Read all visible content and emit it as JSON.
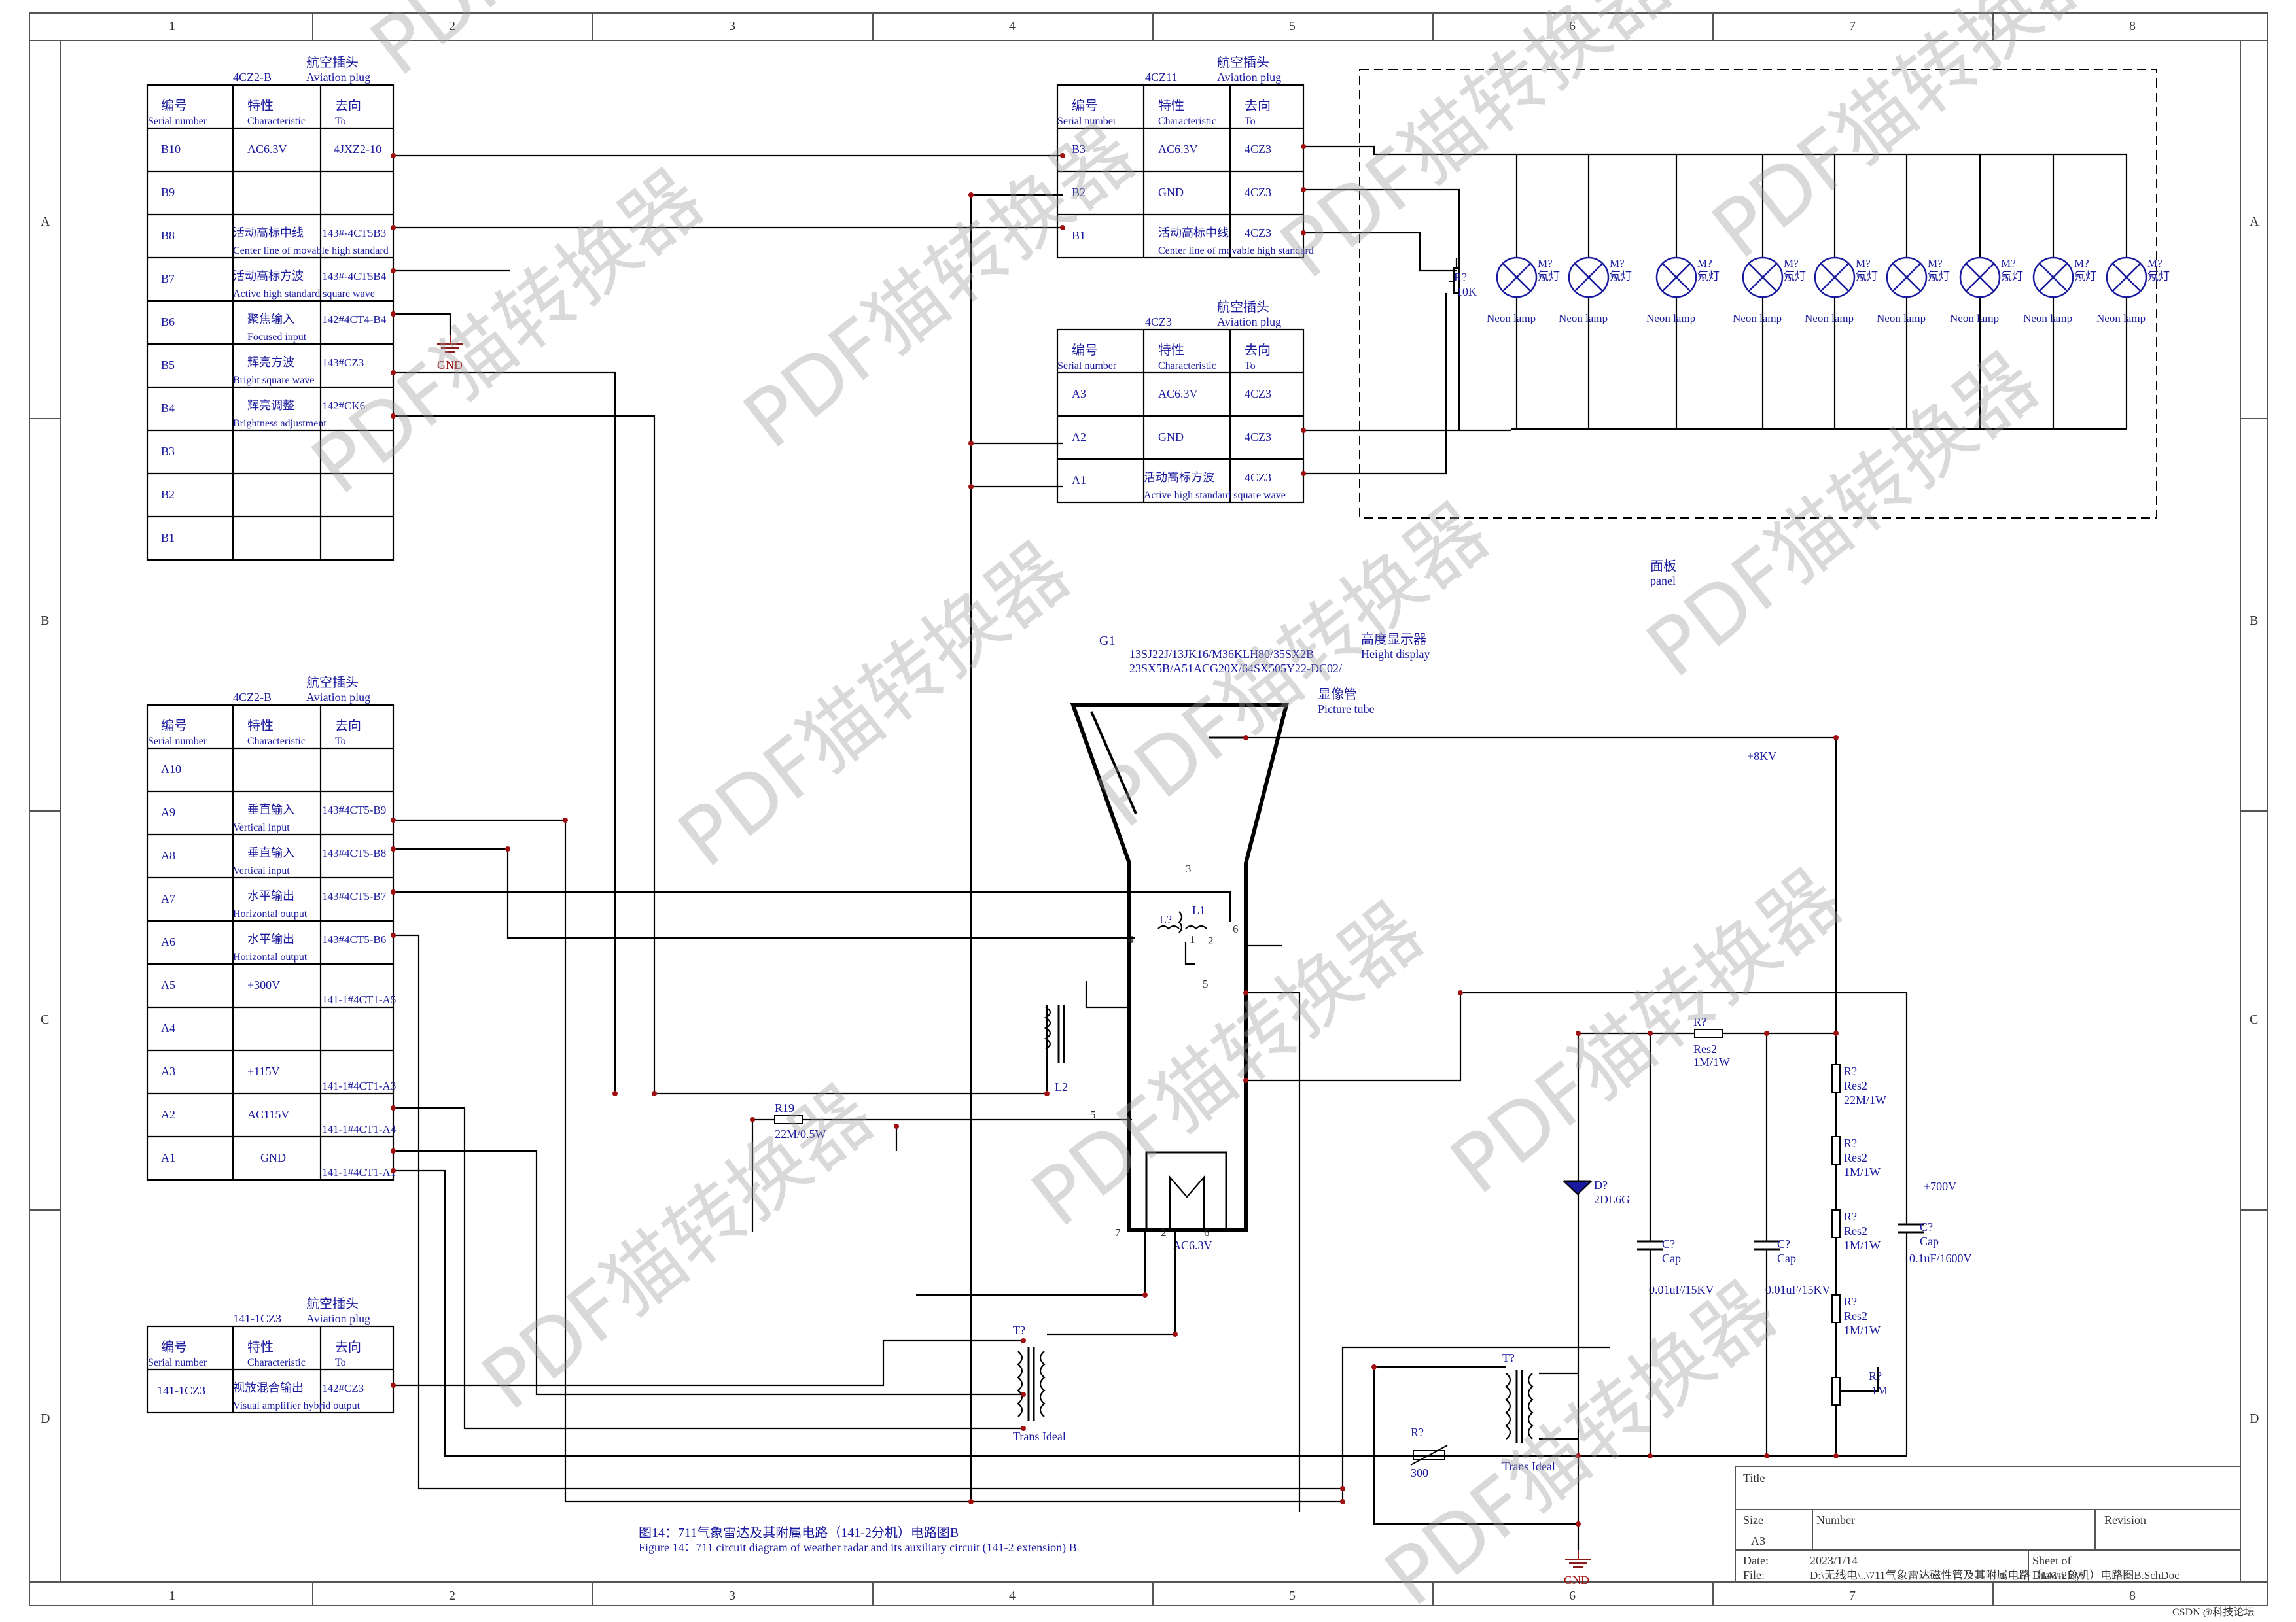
{
  "border": {
    "columns": [
      "1",
      "2",
      "3",
      "4",
      "5",
      "6",
      "7",
      "8"
    ],
    "rows": [
      "A",
      "B",
      "C",
      "D"
    ]
  },
  "connectors": [
    {
      "id": "b-block",
      "ref": "4CZ2-B",
      "cn": "航空插头",
      "en": "Aviation plug",
      "headers": {
        "c1cn": "编号",
        "c1en": "Serial number",
        "c2cn": "特性",
        "c2en": "Characteristic",
        "c3cn": "去向",
        "c3en": "To"
      },
      "rows": [
        {
          "no": "B10",
          "c1": "AC6.3V",
          "c2": "",
          "to": "4JXZ2-10"
        },
        {
          "no": "B9",
          "c1": "",
          "c2": "",
          "to": ""
        },
        {
          "no": "B8",
          "c1": "活动高标中线",
          "c2": "Center line of movable high standard",
          "to": "143#-4CT5B3"
        },
        {
          "no": "B7",
          "c1": "活动高标方波",
          "c2": "Active high standard square wave",
          "to": "143#-4CT5B4"
        },
        {
          "no": "B6",
          "c1": "聚焦输入",
          "c2": "Focused input",
          "to": "142#4CT4-B4"
        },
        {
          "no": "B5",
          "c1": "辉亮方波",
          "c2": "Bright square wave",
          "to": "143#CZ3"
        },
        {
          "no": "B4",
          "c1": "辉亮调整",
          "c2": "Brightness adjustment",
          "to": "142#CK6"
        },
        {
          "no": "B3",
          "c1": "",
          "c2": "",
          "to": ""
        },
        {
          "no": "B2",
          "c1": "",
          "c2": "",
          "to": ""
        },
        {
          "no": "B1",
          "c1": "",
          "c2": "",
          "to": ""
        }
      ]
    },
    {
      "id": "a-block",
      "ref": "4CZ2-B",
      "cn": "航空插头",
      "en": "Aviation plug",
      "headers": {
        "c1cn": "编号",
        "c1en": "Serial number",
        "c2cn": "特性",
        "c2en": "Characteristic",
        "c3cn": "去向",
        "c3en": "To"
      },
      "rows": [
        {
          "no": "A10",
          "c1": "",
          "c2": "",
          "to": ""
        },
        {
          "no": "A9",
          "c1": "垂直输入",
          "c2": "Vertical input",
          "to": "143#4CT5-B9"
        },
        {
          "no": "A8",
          "c1": "垂直输入",
          "c2": "Vertical input",
          "to": "143#4CT5-B8"
        },
        {
          "no": "A7",
          "c1": "水平输出",
          "c2": "Horizontal output",
          "to": "143#4CT5-B7"
        },
        {
          "no": "A6",
          "c1": "水平输出",
          "c2": "Horizontal output",
          "to": "143#4CT5-B6"
        },
        {
          "no": "A5",
          "c1": "+300V",
          "c2": "",
          "to": "141-1#4CT1-A5"
        },
        {
          "no": "A4",
          "c1": "",
          "c2": "",
          "to": ""
        },
        {
          "no": "A3",
          "c1": "+115V",
          "c2": "",
          "to": "141-1#4CT1-A3"
        },
        {
          "no": "A2",
          "c1": "AC115V",
          "c2": "",
          "to": "141-1#4CT1-A4"
        },
        {
          "no": "A1",
          "c1": "GND",
          "c2": "",
          "to": "141-1#4CT1-A1"
        }
      ]
    },
    {
      "id": "cz3-block",
      "ref": "141-1CZ3",
      "cn": "航空插头",
      "en": "Aviation plug",
      "headers": {
        "c1cn": "编号",
        "c1en": "Serial number",
        "c2cn": "特性",
        "c2en": "Characteristic",
        "c3cn": "去向",
        "c3en": "To"
      },
      "rows": [
        {
          "no": "141-1CZ3",
          "c1": "视放混合输出",
          "c2": "Visual amplifier hybrid output",
          "to": "142#CZ3"
        }
      ]
    },
    {
      "id": "cz11-block",
      "ref": "4CZ11",
      "cn": "航空插头",
      "en": "Aviation plug",
      "headers": {
        "c1cn": "编号",
        "c1en": "Serial number",
        "c2cn": "特性",
        "c2en": "Characteristic",
        "c3cn": "去向",
        "c3en": "To"
      },
      "rows": [
        {
          "no": "B3",
          "c1": "AC6.3V",
          "c2": "",
          "to": "4CZ3"
        },
        {
          "no": "B2",
          "c1": "GND",
          "c2": "",
          "to": "4CZ3"
        },
        {
          "no": "B1",
          "c1": "活动高标中线",
          "c2": "Center line of movable high standard",
          "to": "4CZ3"
        }
      ]
    },
    {
      "id": "cz3b-block",
      "ref": "4CZ3",
      "cn": "航空插头",
      "en": "Aviation plug",
      "headers": {
        "c1cn": "编号",
        "c1en": "Serial number",
        "c2cn": "特性",
        "c2en": "Characteristic",
        "c3cn": "去向",
        "c3en": "To"
      },
      "rows": [
        {
          "no": "A3",
          "c1": "AC6.3V",
          "c2": "",
          "to": "4CZ3"
        },
        {
          "no": "A2",
          "c1": "GND",
          "c2": "",
          "to": "4CZ3"
        },
        {
          "no": "A1",
          "c1": "活动高标方波",
          "c2": "Active high standard square wave",
          "to": "4CZ3"
        }
      ]
    }
  ],
  "panel": {
    "lamps_ref": "M?",
    "lamps_cn": "氖灯",
    "lamps_en": "Neon lamp",
    "pot_ref": "R?",
    "pot_value": "10K",
    "label_cn": "面板",
    "label_en": "panel"
  },
  "tube": {
    "ref": "G1",
    "models1": "13SJ22J/13JK16/M36KLH80/35SX2B",
    "models2": "23SX5B/A51ACG20X/64SX505Y22-DC02/",
    "cn1": "高度显示器",
    "en1": "Height display",
    "cn2": "显像管",
    "en2": "Picture tube",
    "pins": [
      "3",
      "4",
      "6",
      "1",
      "2",
      "5",
      "5",
      "7",
      "2",
      "6"
    ],
    "heater": "AC6.3V"
  },
  "components": {
    "l_ref": "L?",
    "l1": "L1",
    "l2": "L2",
    "r19": "R19",
    "r19v": "22M/0.5W",
    "t1_ref": "T?",
    "t1_name": "Trans Ideal",
    "t2_ref": "T?",
    "t2_name": "Trans Ideal",
    "rv_ref": "R?",
    "rv_val": "300",
    "res_ref": "R?",
    "res_kind": "Res2",
    "res_top": "1M/1W",
    "diode_ref": "D?",
    "diode_val": "2DL6G",
    "cap_ref": "C?",
    "cap_kind": "Cap",
    "cap1_val": "0.01uF/15KV",
    "cap2_val": "0.01uF/15KV",
    "cap3_val": "0.1uF/1600V",
    "chain": [
      "22M/1W",
      "1M/1W",
      "1M/1W",
      "1M/1W"
    ],
    "pot_ref": "R?",
    "pot_val": "1M"
  },
  "nets": {
    "hv": "+8KV",
    "v700": "+700V",
    "gnd": "GND"
  },
  "caption": {
    "cn": "图14：711气象雷达及其附属电路（141-2分机）电路图B",
    "en": "Figure 14：711 circuit diagram of weather radar and its auxiliary circuit (141-2 extension) B"
  },
  "titleblock": {
    "title_label": "Title",
    "size_label": "Size",
    "size": "A3",
    "number_label": "Number",
    "revision_label": "Revision",
    "date_label": "Date:",
    "date": "2023/1/14",
    "file_label": "File:",
    "file": "D:\\无线电\\..\\711气象雷达磁性管及其附属电路（141-2分机）电路图B.SchDoc",
    "sheet_label": "Sheet of",
    "drawn_label": "Drawn By:"
  },
  "watermark": {
    "text": "PDF猫转换器",
    "credit": "CSDN @科技论坛"
  }
}
